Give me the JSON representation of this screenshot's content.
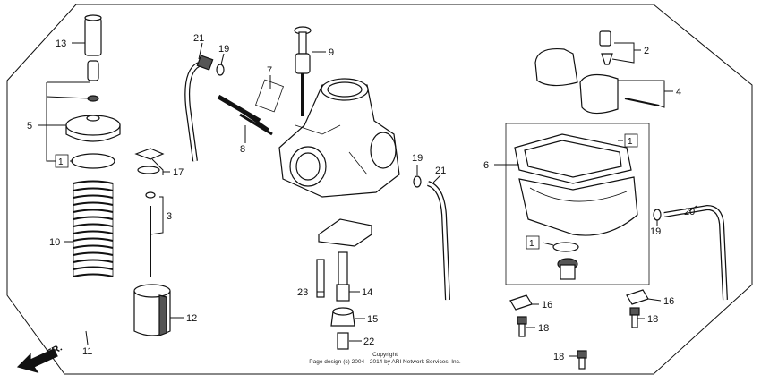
{
  "callouts": {
    "n1a": "1",
    "n1b": "1",
    "n1c": "1",
    "n2": "2",
    "n3": "3",
    "n4": "4",
    "n5": "5",
    "n6": "6",
    "n7": "7",
    "n8": "8",
    "n9": "9",
    "n10": "10",
    "n11": "11",
    "n12": "12",
    "n13": "13",
    "n14": "14",
    "n15": "15",
    "n16a": "16",
    "n16b": "16",
    "n17": "17",
    "n18a": "18",
    "n18b": "18",
    "n18c": "18",
    "n19a": "19",
    "n19b": "19",
    "n19c": "19",
    "n20": "20",
    "n21a": "21",
    "n21b": "21",
    "n22": "22",
    "n23": "23"
  },
  "direction_label": "FR.",
  "copyright": {
    "line1": "Copyright",
    "line2": "Page design (c) 2004 - 2014 by ARI Network Services, Inc."
  }
}
